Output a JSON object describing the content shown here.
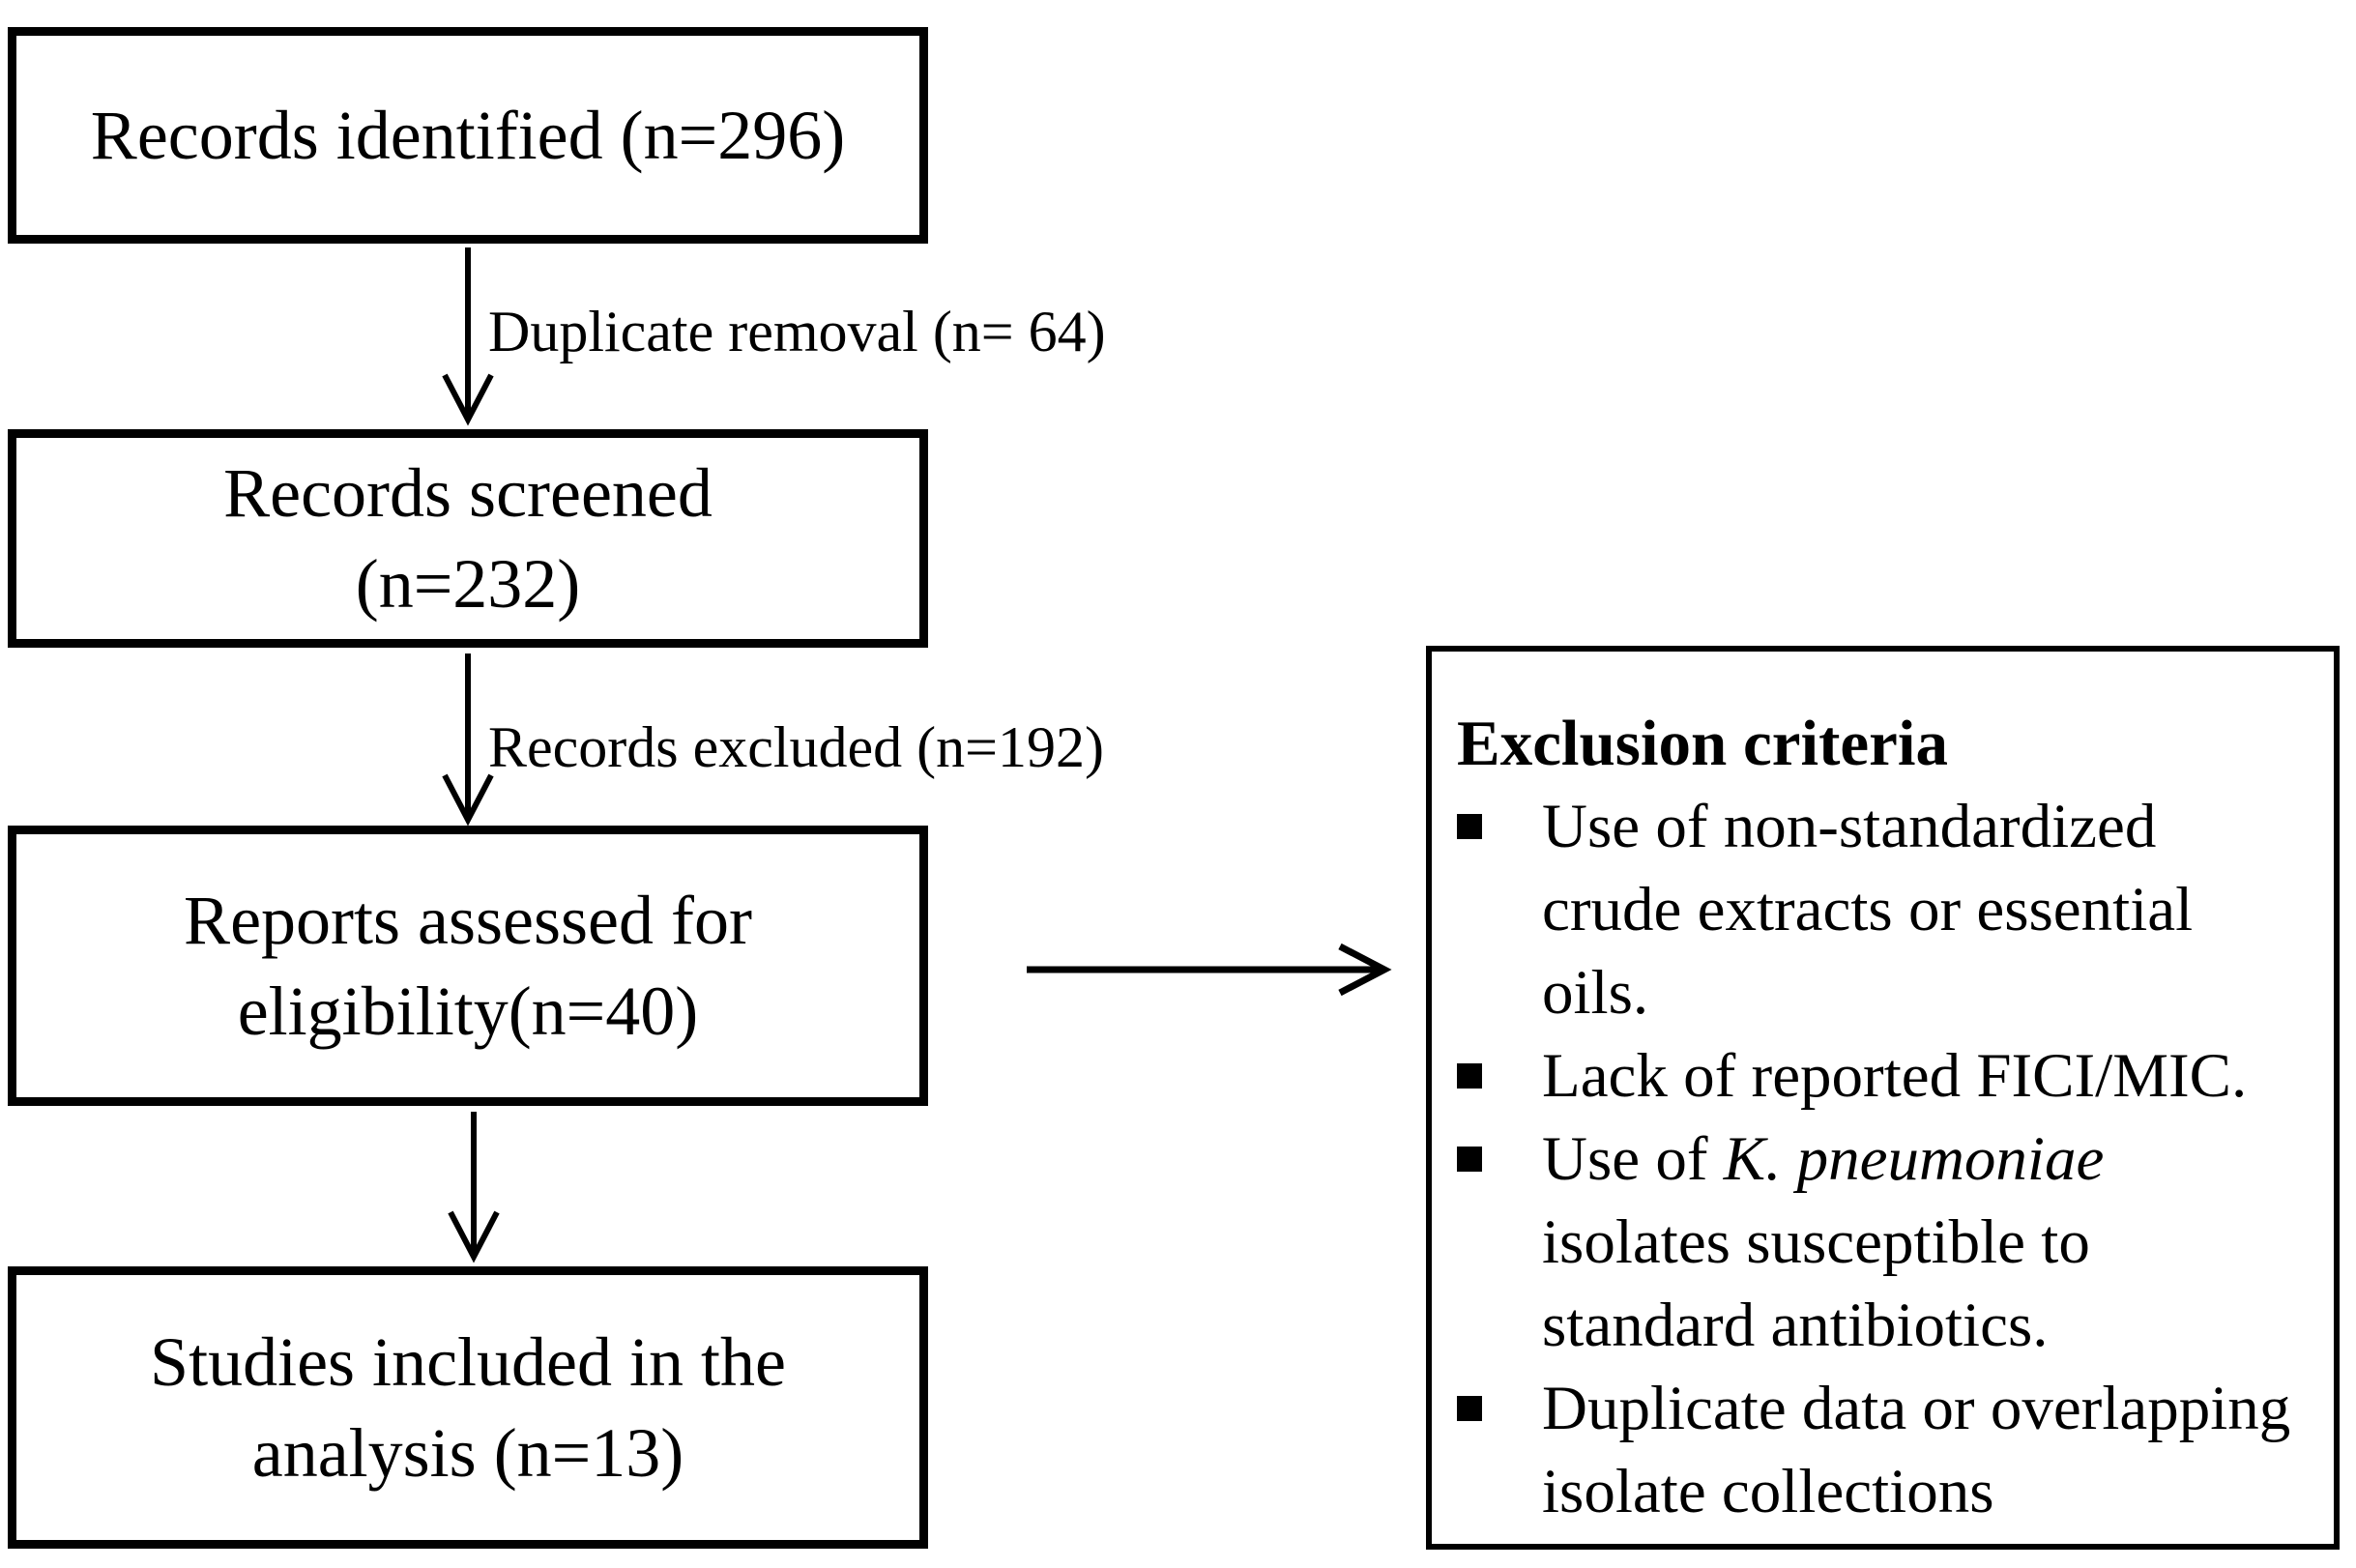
{
  "flow": {
    "boxes": [
      {
        "id": "identified",
        "lines": [
          "Records identified (n=296)"
        ]
      },
      {
        "id": "screened",
        "lines": [
          "Records screened",
          "(n=232)"
        ]
      },
      {
        "id": "assessed",
        "lines": [
          "Reports assessed for",
          "eligibility(n=40)"
        ]
      },
      {
        "id": "included",
        "lines": [
          "Studies included in the",
          "analysis (n=13)"
        ]
      }
    ],
    "arrow_labels": [
      "Duplicate removal (n= 64)",
      "Records excluded (n=192)"
    ]
  },
  "exclusion_panel": {
    "heading": "Exclusion criteria",
    "bullets": [
      {
        "lines": [
          "Use of non-standardized",
          "crude extracts or essential",
          "oils."
        ]
      },
      {
        "lines": [
          "Lack of reported FICI/MIC."
        ]
      },
      {
        "prefix": "Use of ",
        "italic": "K. pneumoniae",
        "lines": [
          "isolates susceptible to",
          "standard antibiotics."
        ]
      },
      {
        "lines": [
          "Duplicate data or overlapping",
          "isolate collections"
        ]
      }
    ]
  },
  "colors": {
    "ink": "#000000",
    "background": "#ffffff"
  }
}
